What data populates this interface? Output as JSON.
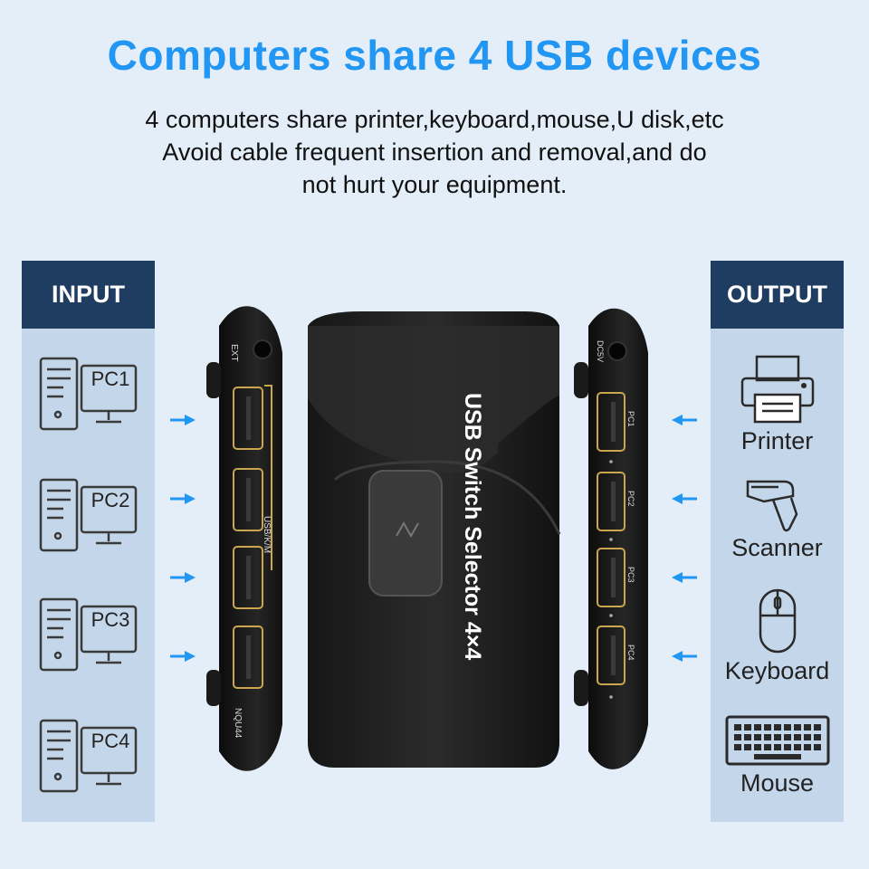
{
  "header": {
    "title": "Computers share 4 USB devices",
    "subtitle_lines": [
      "4 computers share printer,keyboard,mouse,U disk,etc",
      "Avoid cable frequent insertion and removal,and do",
      "not hurt your equipment."
    ]
  },
  "input_panel": {
    "heading": "INPUT",
    "computers": [
      "PC1",
      "PC2",
      "PC3",
      "PC4"
    ]
  },
  "output_panel": {
    "heading": "OUTPUT",
    "devices": [
      {
        "label": "Printer",
        "icon": "printer-icon"
      },
      {
        "label": "Scanner",
        "icon": "barcode-scanner-icon"
      },
      {
        "label": "Keyboard",
        "icon": "mouse-icon"
      },
      {
        "label": "Mouse",
        "icon": "keyboard-icon"
      }
    ]
  },
  "product": {
    "name": "USB Switch Selector 4×4",
    "left_side": {
      "ext_label": "EXT",
      "port_group_label": "USB/K/M",
      "model": "NQU44"
    },
    "right_side": {
      "power_label": "DC5V",
      "port_labels": [
        "PC1",
        "PC2",
        "PC3",
        "PC4"
      ]
    }
  },
  "colors": {
    "title": "#2196f3",
    "panel_bg": "#c4d7ea",
    "panel_header": "#1e3d61",
    "arrow": "#2196f3",
    "device_body": "#1a1a1a",
    "port_outline": "#c9a64f"
  }
}
